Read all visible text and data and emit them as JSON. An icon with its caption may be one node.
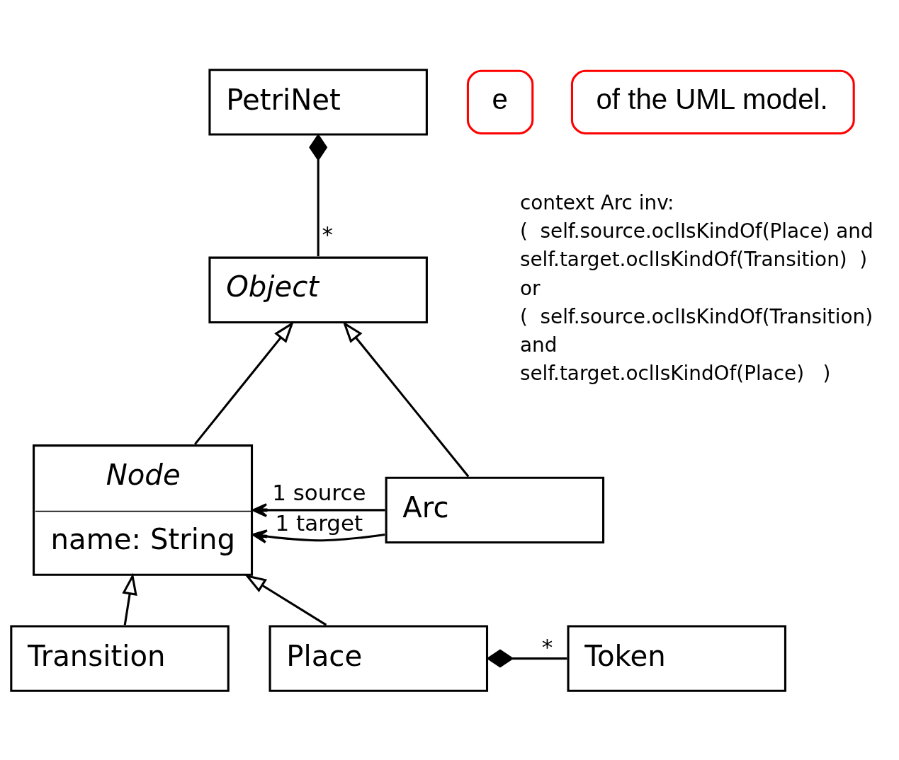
{
  "diagram": {
    "nodes": [
      {
        "text": [
          "PetriNet"
        ]
      },
      {
        "text": [
          "Object"
        ]
      },
      {
        "text": [
          "Node",
          "name: String"
        ]
      },
      {
        "text": [
          "Arc"
        ]
      },
      {
        "text": [
          "Transition"
        ]
      },
      {
        "text": [
          "Place"
        ]
      },
      {
        "text": [
          "Token"
        ]
      },
      {
        "text": [
          "e"
        ]
      },
      {
        "text": [
          "of the UML model."
        ]
      }
    ],
    "edges": [
      {
        "from": 0,
        "to": 1,
        "arrow": "other",
        "label": "*"
      },
      {
        "from": 2,
        "to": 1,
        "arrow": "to"
      },
      {
        "from": 3,
        "to": 1,
        "arrow": "to"
      },
      {
        "from": 3,
        "to": 2,
        "arrow": "to",
        "label": "1 source"
      },
      {
        "from": 3,
        "to": 2,
        "arrow": "to",
        "label": "1 target"
      },
      {
        "from": 4,
        "to": 2,
        "arrow": "to"
      },
      {
        "from": 5,
        "to": 2,
        "arrow": "to"
      },
      {
        "from": 5,
        "to": 6,
        "arrow": "other",
        "label": "*"
      }
    ],
    "labels": [
      "context Arc inv:",
      "(  self.source.oclIsKindOf(Place) and",
      "self.target.oclIsKindOf(Transition)  )",
      "or",
      "(  self.source.oclIsKindOf(Transition)",
      "and",
      "self.target.oclIsKindOf(Place)   )"
    ]
  }
}
